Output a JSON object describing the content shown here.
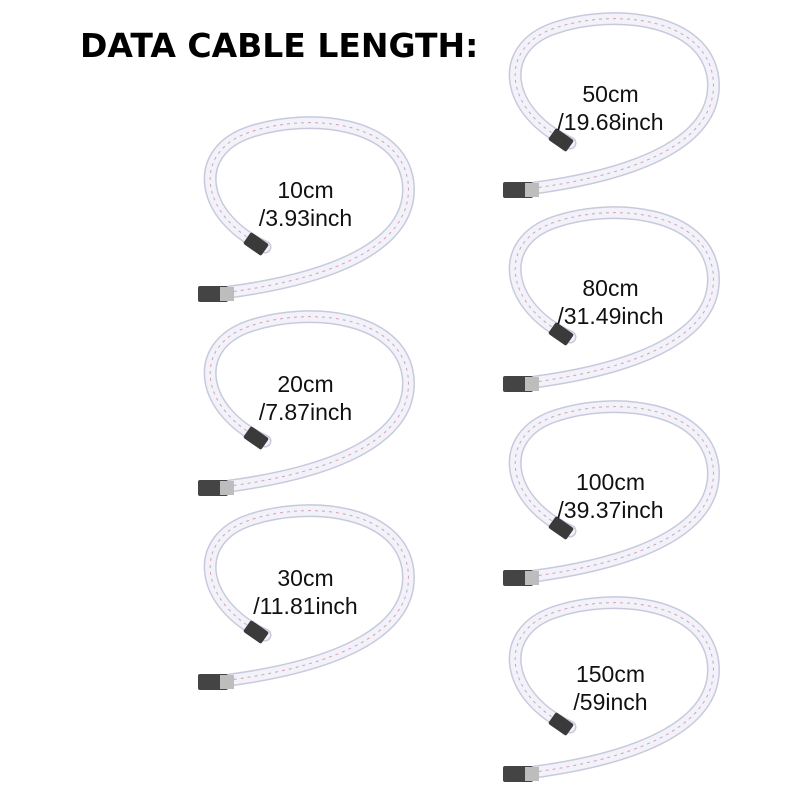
{
  "title": "DATA CABLE LENGTH:",
  "cables": [
    {
      "cm": "10cm",
      "inch": "/3.93inch"
    },
    {
      "cm": "20cm",
      "inch": "/7.87inch"
    },
    {
      "cm": "30cm",
      "inch": "/11.81inch"
    },
    {
      "cm": "50cm",
      "inch": "/19.68inch"
    },
    {
      "cm": "80cm",
      "inch": "/31.49inch"
    },
    {
      "cm": "100cm",
      "inch": "/39.37inch"
    },
    {
      "cm": "150cm",
      "inch": "/59inch"
    }
  ],
  "colors": {
    "ribbon": "#f2f2fa",
    "ribbon_edge": "#c9c9dc",
    "stripe": "#d9a0b0",
    "connector": "#3a3a3a"
  }
}
